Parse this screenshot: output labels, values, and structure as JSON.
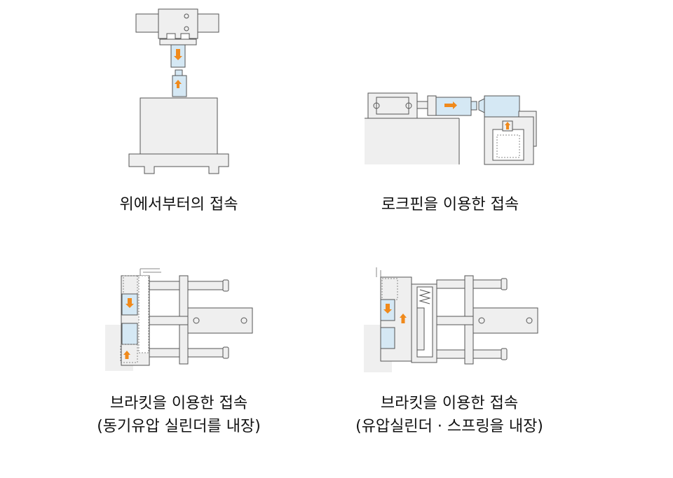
{
  "panels": [
    {
      "caption": [
        "위에서부터의 접속"
      ]
    },
    {
      "caption": [
        "로크핀을 이용한 접속"
      ]
    },
    {
      "caption": [
        "브라킷을 이용한 접속",
        "(동기유압 실린더를 내장)"
      ]
    },
    {
      "caption": [
        "브라킷을 이용한 접속",
        "(유압실린더 · 스프링을 내장)"
      ]
    }
  ],
  "colors": {
    "body_fill": "#efefef",
    "outline": "#555555",
    "coupler_fill": "#d5e8f4",
    "arrow": "#f08a1c",
    "hidden_line": "#888888"
  }
}
